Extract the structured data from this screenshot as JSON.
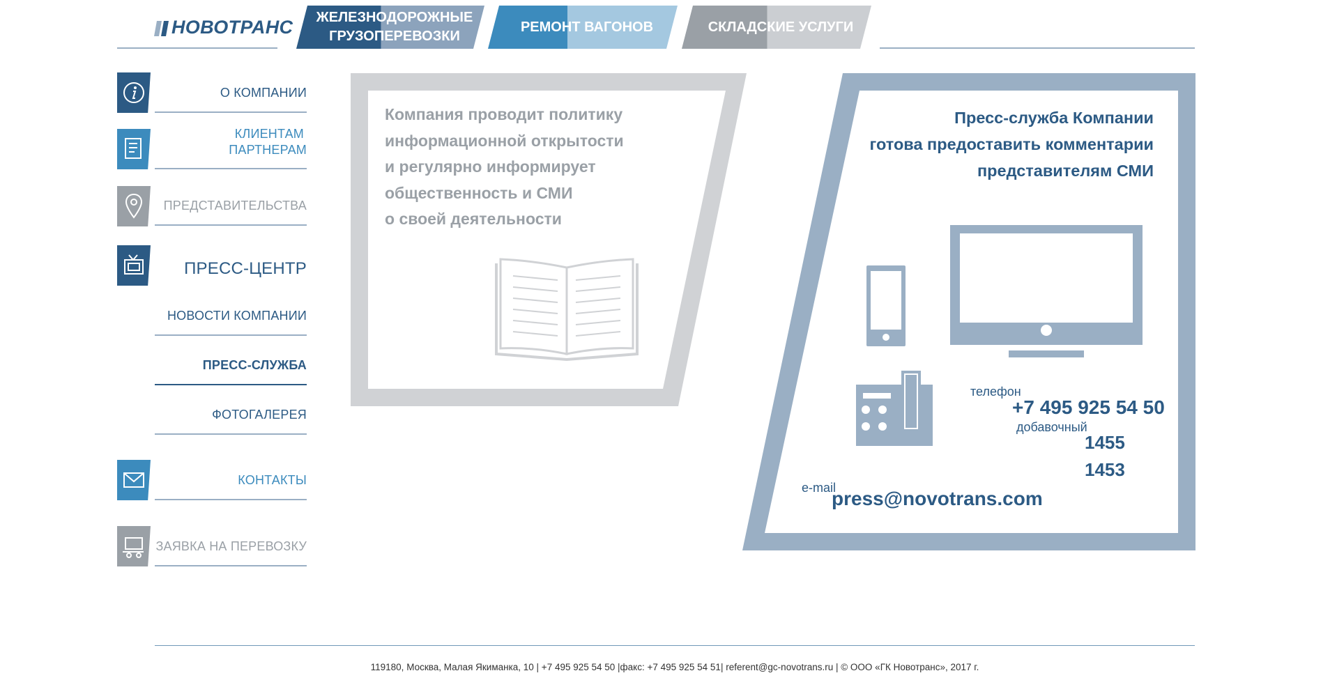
{
  "header": {
    "logo_text": "НОВОТРАНС",
    "tabs": [
      {
        "line1": "ЖЕЛЕЗНОДОРОЖНЫЕ",
        "line2": "ГРУЗОПЕРЕВОЗКИ"
      },
      {
        "line1": "РЕМОНТ ВАГОНОВ"
      },
      {
        "line1": "СКЛАДСКИЕ УСЛУГИ"
      }
    ]
  },
  "sidebar": {
    "about": "О КОМПАНИИ",
    "clients_line1": "КЛИЕНТАМ",
    "clients_line2": "ПАРТНЕРАМ",
    "offices": "ПРЕДСТАВИТЕЛЬСТВА",
    "press_center": "ПРЕСС-ЦЕНТР",
    "news": "НОВОСТИ КОМПАНИИ",
    "press_service": "ПРЕСС-СЛУЖБА",
    "gallery": "ФОТОГАЛЕРЕЯ",
    "contacts": "КОНТАКТЫ",
    "request": "ЗАЯВКА НА ПЕРЕВОЗКУ"
  },
  "panel_left": {
    "lines": [
      "Компания проводит политику",
      "информационной открытости",
      "и регулярно информирует",
      "общественность и СМИ",
      "о своей деятельности"
    ]
  },
  "panel_right": {
    "heading_lines": [
      "Пресс-служба Компании",
      "готова предоставить комментарии",
      "представителям СМИ"
    ],
    "phone_label": "телефон",
    "phone": "+7 495 925 54 50",
    "ext_label": "добавочный",
    "ext1": "1455",
    "ext2": "1453",
    "email_label": "e-mail",
    "email": "press@novotrans.com"
  },
  "footer": {
    "text": "119180, Москва, Малая Якиманка, 10 | +7 495 925 54 50  |факс: +7 495 925 54 51| referent@gc-novotrans.ru | © ООО «ГК Новотранс», 2017 г."
  },
  "colors": {
    "dark_blue": "#2c5a84",
    "light_blue": "#3c8bbd",
    "gray": "#9aa0a6",
    "steel": "#9aafc4",
    "panel_gray": "#d0d2d5"
  }
}
